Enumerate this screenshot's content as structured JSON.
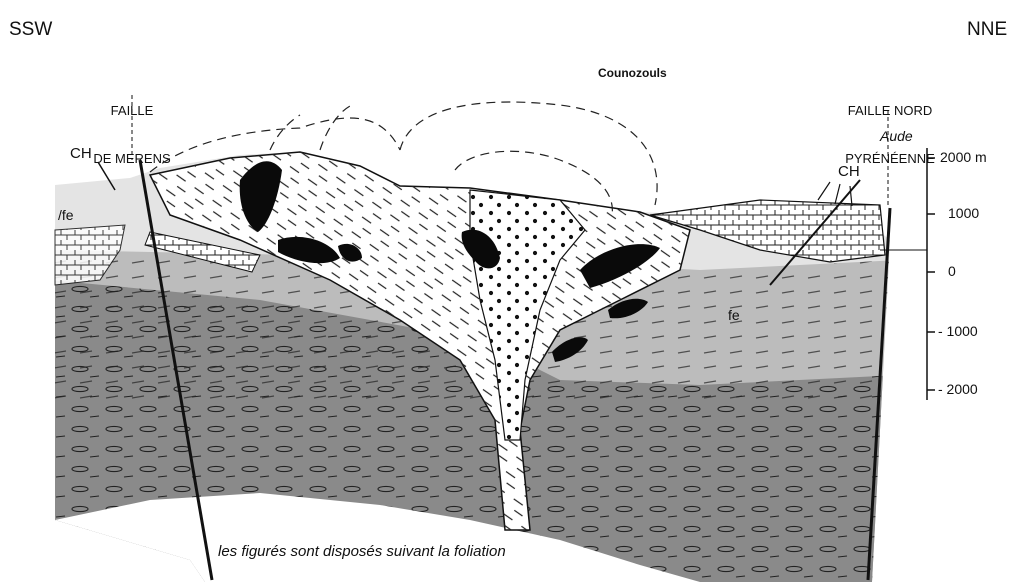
{
  "directions": {
    "left": "SSW",
    "right": "NNE"
  },
  "faults": {
    "merens": [
      "FAILLE",
      "DE MERENS"
    ],
    "nord": [
      "FAILLE NORD",
      "PYRÉNÉENNE"
    ]
  },
  "places": {
    "counozouls": "Counozouls",
    "aude": "Aude"
  },
  "units": {
    "ch_left": "CH",
    "ch_right": "CH",
    "fe_left": "/fe",
    "fe_right": "fe"
  },
  "scale": {
    "ticks": [
      "2000 m",
      "1000",
      "0",
      "- 1000",
      "- 2000"
    ]
  },
  "caption": "les figurés sont disposés suivant la foliation",
  "colors": {
    "dark_layer": "#8a8a8a",
    "mid_layer": "#bcbcbc",
    "light_layer": "#e4e4e4",
    "body": "#0a0a0a",
    "line": "#111111"
  }
}
